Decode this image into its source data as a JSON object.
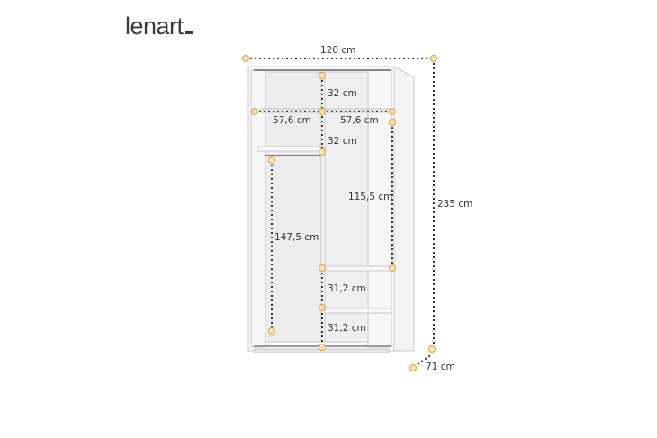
{
  "brand": {
    "name": "lenart"
  },
  "dimensions": {
    "width": "120 cm",
    "height": "235 cm",
    "depth": "71 cm",
    "top_shelf_height": "32 cm",
    "left_compartment_width": "57,6 cm",
    "right_compartment_width": "57,6 cm",
    "left_top_shelf_gap": "32 cm",
    "right_hanging_space": "115,5 cm",
    "left_hanging_space": "147,5 cm",
    "lower_shelf_1": "31,2 cm",
    "lower_shelf_2": "31,2 cm"
  },
  "colors": {
    "dot_fill": "#f7e3b3",
    "dot_stroke": "#d9a441",
    "dim_line": "#333333",
    "cabinet_line": "#bdbdbd"
  }
}
